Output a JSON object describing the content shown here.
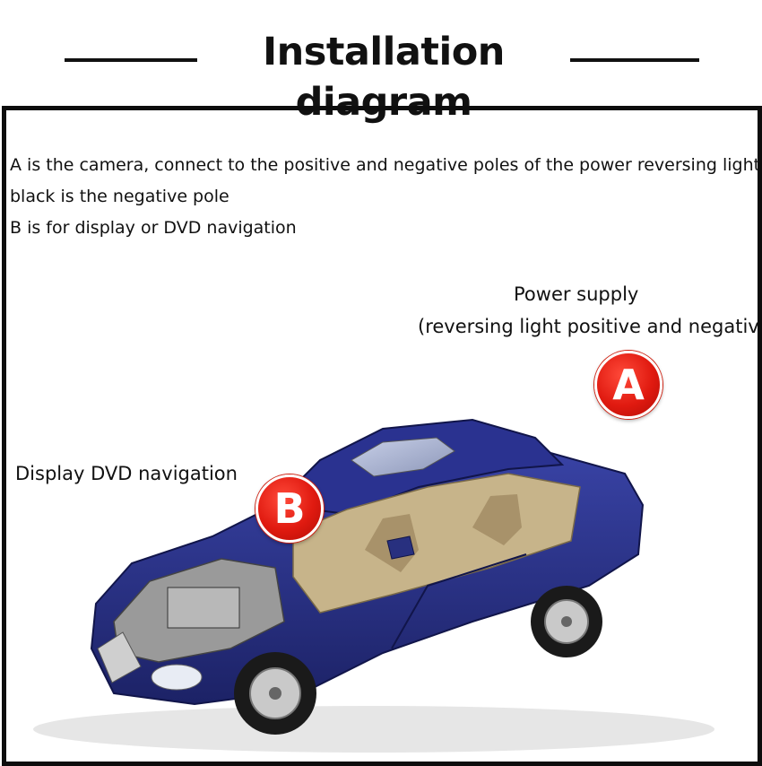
{
  "header": {
    "title": "Installation diagram"
  },
  "description": {
    "line1": "A is the camera, connect to the positive and negative poles of the power reversing light,",
    "line2": "black is the negative pole",
    "line3": "B is for display or DVD navigation"
  },
  "labels": {
    "power_supply": "Power supply",
    "power_detail": "(reversing light positive and negative)",
    "display": "Display DVD navigation"
  },
  "badges": {
    "a": "A",
    "b": "B"
  },
  "colors": {
    "badge_red": "#e01a10",
    "car_blue": "#28307f"
  }
}
